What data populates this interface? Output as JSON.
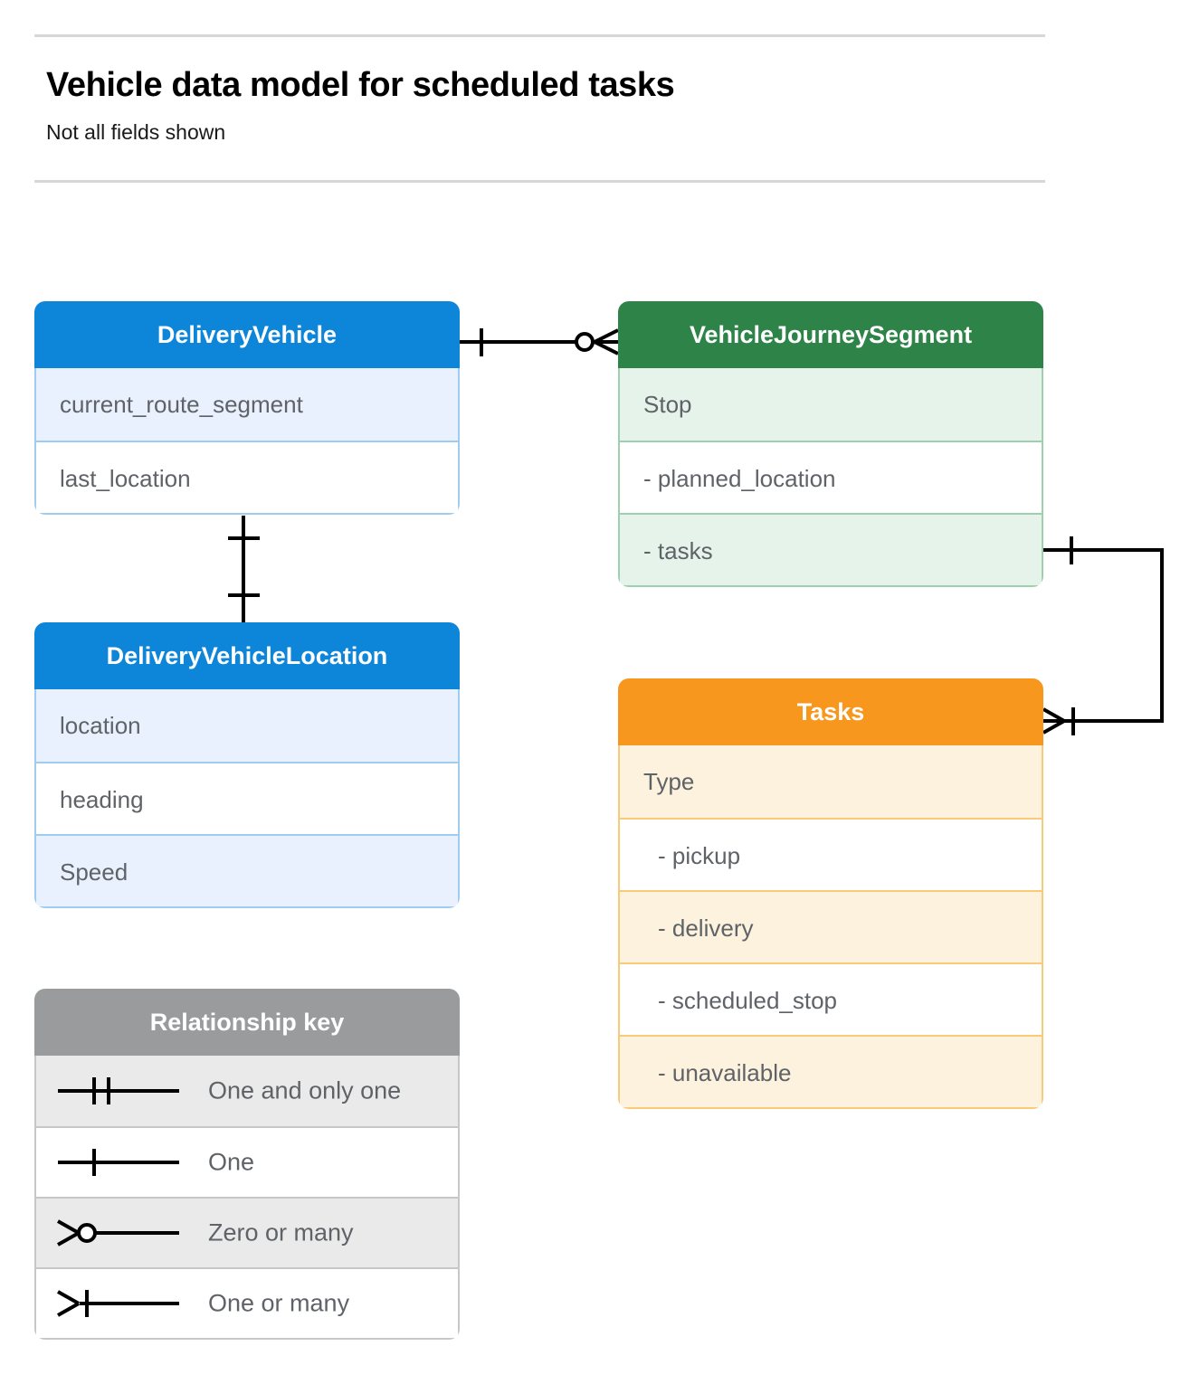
{
  "header": {
    "title": "Vehicle data model for scheduled tasks",
    "subtitle": "Not all fields shown"
  },
  "colors": {
    "blue_header": "#0d85d8",
    "blue_row": "#e8f1fd",
    "blue_border": "#9fcdf2",
    "green_header": "#2e8448",
    "green_row": "#e6f3ea",
    "green_border": "#9ed0ad",
    "orange_header": "#f7971d",
    "orange_row": "#fdf2dd",
    "orange_border": "#f8ca7a",
    "gray_header": "#999b9c",
    "gray_row": "#eaeaea",
    "gray_border": "#c6c7c8",
    "row_text": "#5f6368",
    "line": "#000000",
    "rule": "#d6d7d8"
  },
  "entities": [
    {
      "id": "delivery-vehicle",
      "name": "DeliveryVehicle",
      "color": "blue",
      "fields": [
        {
          "label": "current_route_segment",
          "sub": false
        },
        {
          "label": "last_location",
          "sub": false
        }
      ]
    },
    {
      "id": "vehicle-journey-segment",
      "name": "VehicleJourneySegment",
      "color": "green",
      "fields": [
        {
          "label": "Stop",
          "sub": false
        },
        {
          "label": "-  planned_location",
          "sub": true
        },
        {
          "label": "- tasks",
          "sub": true
        }
      ]
    },
    {
      "id": "delivery-vehicle-location",
      "name": "DeliveryVehicleLocation",
      "color": "blue",
      "fields": [
        {
          "label": "location",
          "sub": false
        },
        {
          "label": "heading",
          "sub": false
        },
        {
          "label": "Speed",
          "sub": false
        }
      ]
    },
    {
      "id": "tasks",
      "name": "Tasks",
      "color": "orange",
      "fields": [
        {
          "label": "Type",
          "sub": false
        },
        {
          "label": "-  pickup",
          "sub": true
        },
        {
          "label": "-  delivery",
          "sub": true
        },
        {
          "label": "-  scheduled_stop",
          "sub": true
        },
        {
          "label": "-  unavailable",
          "sub": true
        }
      ]
    }
  ],
  "legend": {
    "title": "Relationship key",
    "items": [
      {
        "symbol": "one-and-only-one-icon",
        "label": "One and only one"
      },
      {
        "symbol": "one-icon",
        "label": "One"
      },
      {
        "symbol": "zero-or-many-icon",
        "label": "Zero or many"
      },
      {
        "symbol": "one-or-many-icon",
        "label": "One or many"
      }
    ]
  },
  "relationships": [
    {
      "id": "deliveryvehicle-to-vehiclejourneysegment",
      "from": "DeliveryVehicle",
      "to": "VehicleJourneySegment",
      "from_cardinality": "One",
      "to_cardinality": "Zero or many"
    },
    {
      "id": "deliveryvehicle-to-deliveryvehiclelocation",
      "from": "DeliveryVehicle",
      "to": "DeliveryVehicleLocation",
      "from_cardinality": "One",
      "to_cardinality": "One"
    },
    {
      "id": "vehiclejourneysegment-tasks-to-tasks",
      "from": "VehicleJourneySegment.tasks",
      "to": "Tasks",
      "from_cardinality": "One",
      "to_cardinality": "One or many"
    }
  ]
}
